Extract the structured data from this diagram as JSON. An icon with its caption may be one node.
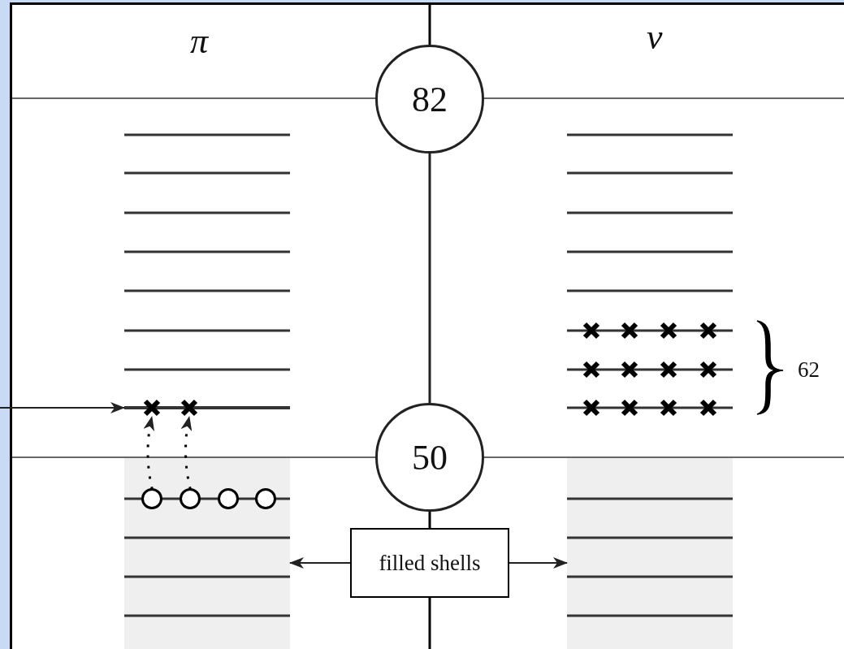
{
  "diagram": {
    "nodes": [
      {
        "text": [
          "82"
        ]
      },
      {
        "text": [
          "50"
        ]
      },
      {
        "text": [
          "filled shells"
        ]
      },
      {
        "text": [],
        "shape": "box"
      },
      {
        "text": [],
        "shape": "box"
      },
      {
        "text": [],
        "shape": "cross"
      },
      {
        "text": [],
        "shape": "cross"
      },
      {
        "text": [],
        "shape": "circle",
        "in": 3
      },
      {
        "text": [],
        "shape": "circle",
        "in": 3
      },
      {
        "text": [],
        "shape": "bar"
      }
    ],
    "edges": [
      {
        "from": 0,
        "to": 1,
        "arrow": "none"
      },
      {
        "from": 2,
        "to": 3,
        "arrow": "to"
      },
      {
        "from": 2,
        "to": 4,
        "arrow": "to"
      },
      {
        "from": null,
        "to": 9,
        "arrow": "to"
      },
      {
        "from": 7,
        "to": 5,
        "arrow": "to",
        "style": "dashed"
      },
      {
        "from": 8,
        "to": 6,
        "arrow": "to",
        "style": "dashed"
      }
    ],
    "labels": [
      "π",
      "ν",
      "62"
    ]
  }
}
